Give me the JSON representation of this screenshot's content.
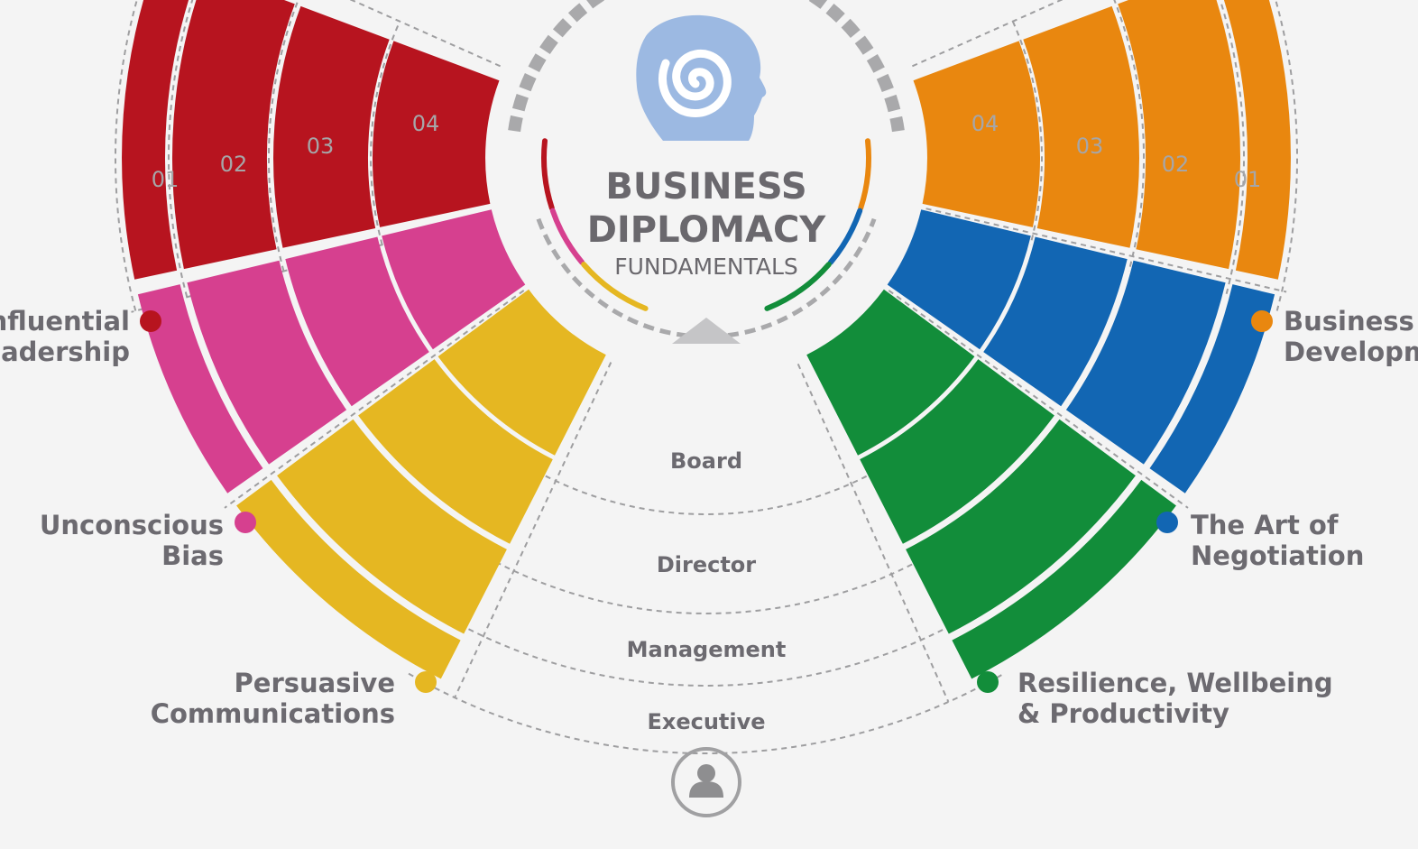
{
  "title": {
    "line1": "BUSINESS",
    "line2": "DIPLOMACY",
    "line3": "FUNDAMENTALS"
  },
  "levels_left": [
    "01",
    "02",
    "03",
    "04"
  ],
  "levels_right": [
    "04",
    "03",
    "02",
    "01"
  ],
  "tiers": [
    "Board",
    "Director",
    "Management",
    "Executive"
  ],
  "topics": {
    "influential": {
      "line1": "Influential",
      "line2": "Leadership",
      "color": "#b7141f"
    },
    "unconscious": {
      "line1": "Unconscious",
      "line2": "Bias",
      "color": "#d6408f"
    },
    "persuasive": {
      "line1": "Persuasive",
      "line2": "Communications",
      "color": "#e5b722"
    },
    "business": {
      "line1": "Business",
      "line2": "Development",
      "color": "#e9870f"
    },
    "negotiation": {
      "line1": "The Art of",
      "line2": "Negotiation",
      "color": "#1266b3"
    },
    "resilience": {
      "line1": "Resilience, Wellbeing",
      "line2": "& Productivity",
      "color": "#128d3a"
    }
  },
  "icons": {
    "head": "spiral-head-icon",
    "user": "user-icon",
    "triangle": "triangle-marker-icon"
  },
  "colors": {
    "head": "#9cb9e2",
    "ring": "#a9a9ab",
    "text": "#6a686d"
  }
}
